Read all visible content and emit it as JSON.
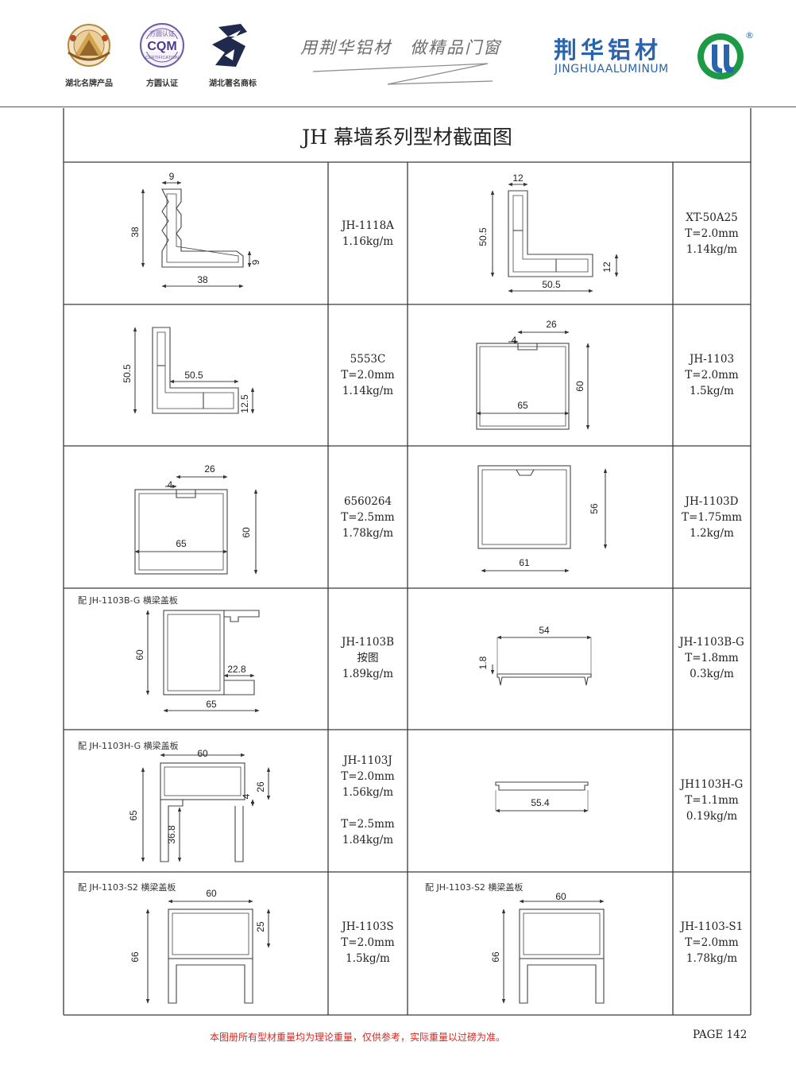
{
  "header": {
    "logos": [
      {
        "caption": "湖北名牌产品",
        "icon": "provincial-brand-emblem"
      },
      {
        "caption": "方圆认证",
        "icon": "cqm-certification-logo",
        "mark_text": "CQM",
        "ring_text": "方圆认证",
        "sub_text": "CERTIFICATION"
      },
      {
        "caption": "湖北著名商标",
        "icon": "famous-trademark-logo"
      }
    ],
    "slogan": "用荆华铝材　做精品门窗",
    "brand_cn": "荆华铝材",
    "brand_en": "JINGHUAALUMINUM",
    "registered": "®",
    "colors": {
      "brand_blue": "#2a64ac",
      "brand_green": "#1d9a45",
      "note_red": "#d7261e"
    }
  },
  "table": {
    "title": "JH 幕墙系列型材截面图",
    "rows": [
      {
        "left": {
          "lines": [
            "JH-1118A",
            "1.16kg/m"
          ],
          "dims": [
            "9",
            "38",
            "38",
            "9"
          ]
        },
        "right": {
          "lines": [
            "XT-50A25",
            "T=2.0mm",
            "1.14kg/m"
          ],
          "dims": [
            "12",
            "50.5",
            "50.5",
            "12"
          ]
        }
      },
      {
        "left": {
          "lines": [
            "5553C",
            "T=2.0mm",
            "1.14kg/m"
          ],
          "dims": [
            "50.5",
            "50.5",
            "12.5"
          ]
        },
        "right": {
          "lines": [
            "JH-1103",
            "T=2.0mm",
            "1.5kg/m"
          ],
          "dims": [
            "26",
            "4",
            "60",
            "65"
          ]
        }
      },
      {
        "left": {
          "lines": [
            "6560264",
            "T=2.5mm",
            "1.78kg/m"
          ],
          "dims": [
            "26",
            "4",
            "60",
            "65"
          ]
        },
        "right": {
          "lines": [
            "JH-1103D",
            "T=1.75mm",
            "1.2kg/m"
          ],
          "dims": [
            "56",
            "61"
          ]
        }
      },
      {
        "left": {
          "note": "配 JH-1103B-G 横梁盖板",
          "lines": [
            "JH-1103B",
            "按图",
            "1.89kg/m"
          ],
          "dims": [
            "60",
            "22.8",
            "65"
          ]
        },
        "right": {
          "lines": [
            "JH-1103B-G",
            "T=1.8mm",
            "0.3kg/m"
          ],
          "dims": [
            "54",
            "1.8"
          ]
        }
      },
      {
        "left": {
          "note": "配 JH-1103H-G 横梁盖板",
          "lines": [
            "JH-1103J",
            "T=2.0mm",
            "1.56kg/m",
            "",
            "T=2.5mm",
            "1.84kg/m"
          ],
          "dims": [
            "60",
            "26",
            "4",
            "65",
            "36.8"
          ]
        },
        "right": {
          "lines": [
            "JH1103H-G",
            "T=1.1mm",
            "0.19kg/m"
          ],
          "dims": [
            "55.4"
          ]
        }
      },
      {
        "left": {
          "note": "配 JH-1103-S2 横梁盖板",
          "lines": [
            "JH-1103S",
            "T=2.0mm",
            "1.5kg/m"
          ],
          "dims": [
            "60",
            "25",
            "66"
          ]
        },
        "right": {
          "note": "配 JH-1103-S2 横梁盖板",
          "lines": [
            "JH-1103-S1",
            "T=2.0mm",
            "1.78kg/m"
          ],
          "dims": [
            "60",
            "66"
          ]
        }
      }
    ]
  },
  "footer": {
    "note": "本图册所有型材重量均为理论重量，仅供参考，实际重量以过磅为准。",
    "page": "PAGE 142"
  }
}
